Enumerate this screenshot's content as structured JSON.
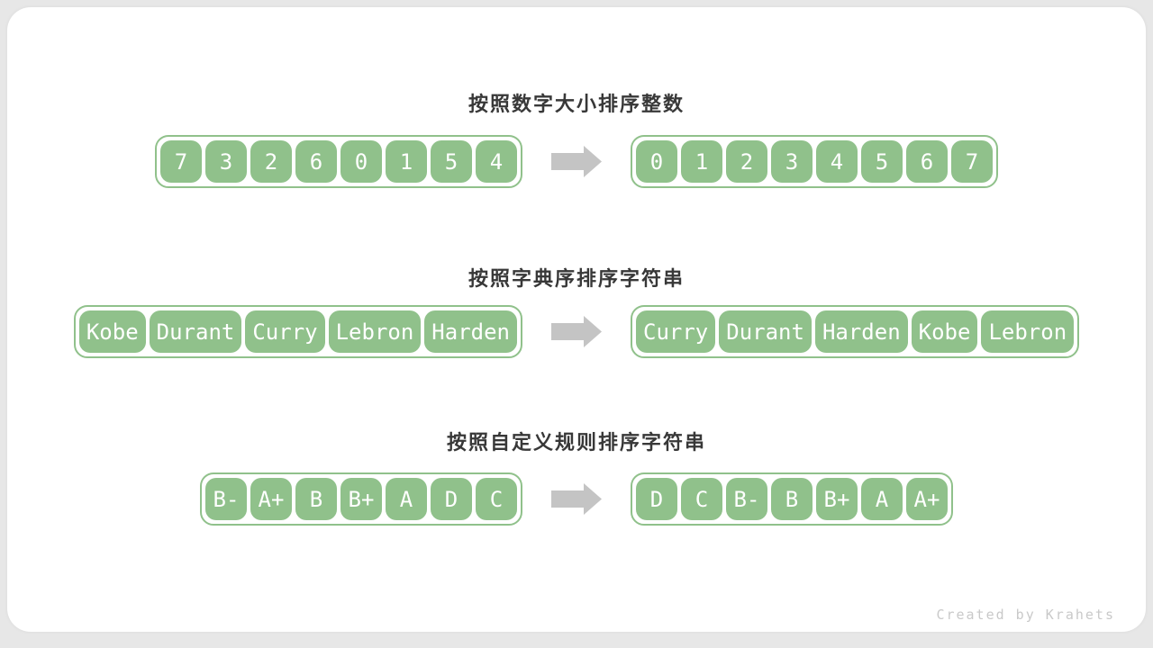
{
  "watermark": "Created by Krahets",
  "colors": {
    "green": "#90c18b",
    "arrow_gray": "#c4c4c4",
    "title_color": "#383838",
    "watermark_color": "#c9c9c9",
    "page_bg": "#e7e7e7",
    "card_bg": "#ffffff"
  },
  "sections": [
    {
      "title": "按照数字大小排序整数",
      "before": [
        "7",
        "3",
        "2",
        "6",
        "0",
        "1",
        "5",
        "4"
      ],
      "after": [
        "0",
        "1",
        "2",
        "3",
        "4",
        "5",
        "6",
        "7"
      ]
    },
    {
      "title": "按照字典序排序字符串",
      "before": [
        "Kobe",
        "Durant",
        "Curry",
        "Lebron",
        "Harden"
      ],
      "after": [
        "Curry",
        "Durant",
        "Harden",
        "Kobe",
        "Lebron"
      ]
    },
    {
      "title": "按照自定义规则排序字符串",
      "before": [
        "B-",
        "A+",
        "B",
        "B+",
        "A",
        "D",
        "C"
      ],
      "after": [
        "D",
        "C",
        "B-",
        "B",
        "B+",
        "A",
        "A+"
      ]
    }
  ]
}
